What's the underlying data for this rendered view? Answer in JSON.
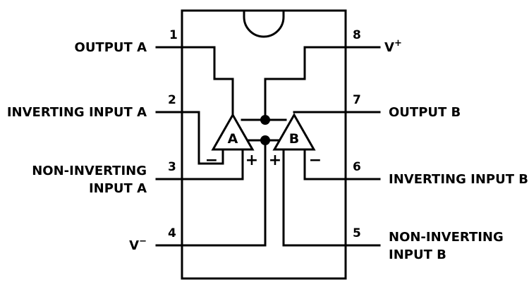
{
  "pins": [
    {
      "number": "1",
      "label": "OUTPUT A"
    },
    {
      "number": "2",
      "label": "INVERTING INPUT A"
    },
    {
      "number": "3",
      "label_line1": "NON-INVERTING",
      "label_line2": "INPUT A"
    },
    {
      "number": "4",
      "label": "V",
      "superscript": "−"
    },
    {
      "number": "5",
      "label_line1": "NON-INVERTING",
      "label_line2": "INPUT B"
    },
    {
      "number": "6",
      "label": "INVERTING INPUT B"
    },
    {
      "number": "7",
      "label": "OUTPUT B"
    },
    {
      "number": "8",
      "label": "V",
      "superscript": "+"
    }
  ],
  "amplifiers": {
    "a": {
      "name": "A",
      "plus": "+",
      "minus": "−"
    },
    "b": {
      "name": "B",
      "plus": "+",
      "minus": "−"
    }
  }
}
